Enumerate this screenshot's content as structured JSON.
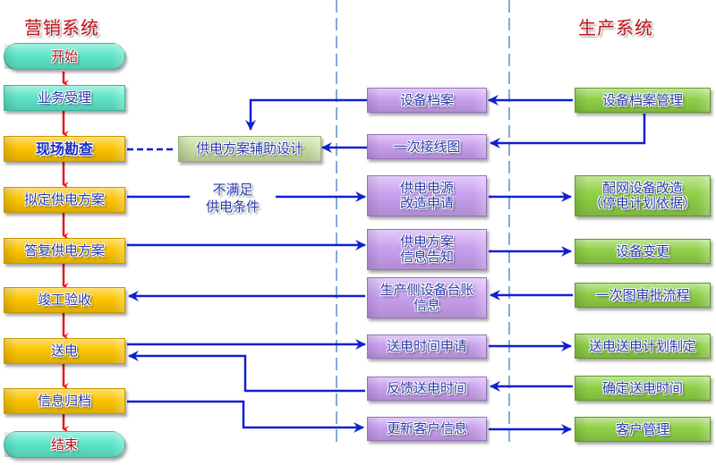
{
  "headers": {
    "marketing": "营销系统",
    "production": "生产系统"
  },
  "marketing_flow": [
    {
      "id": "start",
      "label": "开始"
    },
    {
      "id": "accept",
      "label": "业务受理"
    },
    {
      "id": "survey",
      "label": "现场勘查"
    },
    {
      "id": "draft",
      "label": "拟定供电方案"
    },
    {
      "id": "reply",
      "label": "答复供电方案"
    },
    {
      "id": "acceptance",
      "label": "竣工验收"
    },
    {
      "id": "power_on",
      "label": "送电"
    },
    {
      "id": "archive",
      "label": "信息归档"
    },
    {
      "id": "end",
      "label": "结束"
    }
  ],
  "aux_design": {
    "label": "供电方案辅助设计"
  },
  "condition_note": {
    "line1": "不满足",
    "line2": "供电条件"
  },
  "middle": [
    {
      "id": "equip_file",
      "line1": "设备档案",
      "line2": ""
    },
    {
      "id": "wiring",
      "line1": "一次接线图",
      "line2": ""
    },
    {
      "id": "source_apply",
      "line1": "供电电源",
      "line2": "改造申请"
    },
    {
      "id": "plan_notice",
      "line1": "供电方案",
      "line2": "信息告知"
    },
    {
      "id": "ledger",
      "line1": "生产侧设备台账",
      "line2": "信息"
    },
    {
      "id": "time_apply",
      "line1": "送电时间申请",
      "line2": ""
    },
    {
      "id": "time_feedback",
      "line1": "反馈送电时间",
      "line2": ""
    },
    {
      "id": "update_cust",
      "line1": "更新客户信息",
      "line2": ""
    }
  ],
  "production": [
    {
      "id": "equip_mgmt",
      "line1": "设备档案管理",
      "line2": ""
    },
    {
      "id": "grid_reform",
      "line1": "配网设备改造",
      "line2": "（停电计划依据）"
    },
    {
      "id": "equip_change",
      "line1": "设备变更",
      "line2": ""
    },
    {
      "id": "diagram_review",
      "line1": "一次图审批流程",
      "line2": ""
    },
    {
      "id": "power_plan",
      "line1": "送电送电计划制定",
      "line2": ""
    },
    {
      "id": "confirm_time",
      "line1": "确定送电时间",
      "line2": ""
    },
    {
      "id": "cust_mgmt",
      "line1": "客户管理",
      "line2": ""
    }
  ],
  "colors": {
    "flow_arrow": "#e8141c",
    "info_arrow": "#1020d0",
    "divider": "#5a8ed0",
    "marketing_box": "#fcc400",
    "terminal_box": "#5fe6c8",
    "middle_box": "#c9a0f0",
    "production_box": "#8fd046",
    "aux_box": "#c8dca0"
  }
}
